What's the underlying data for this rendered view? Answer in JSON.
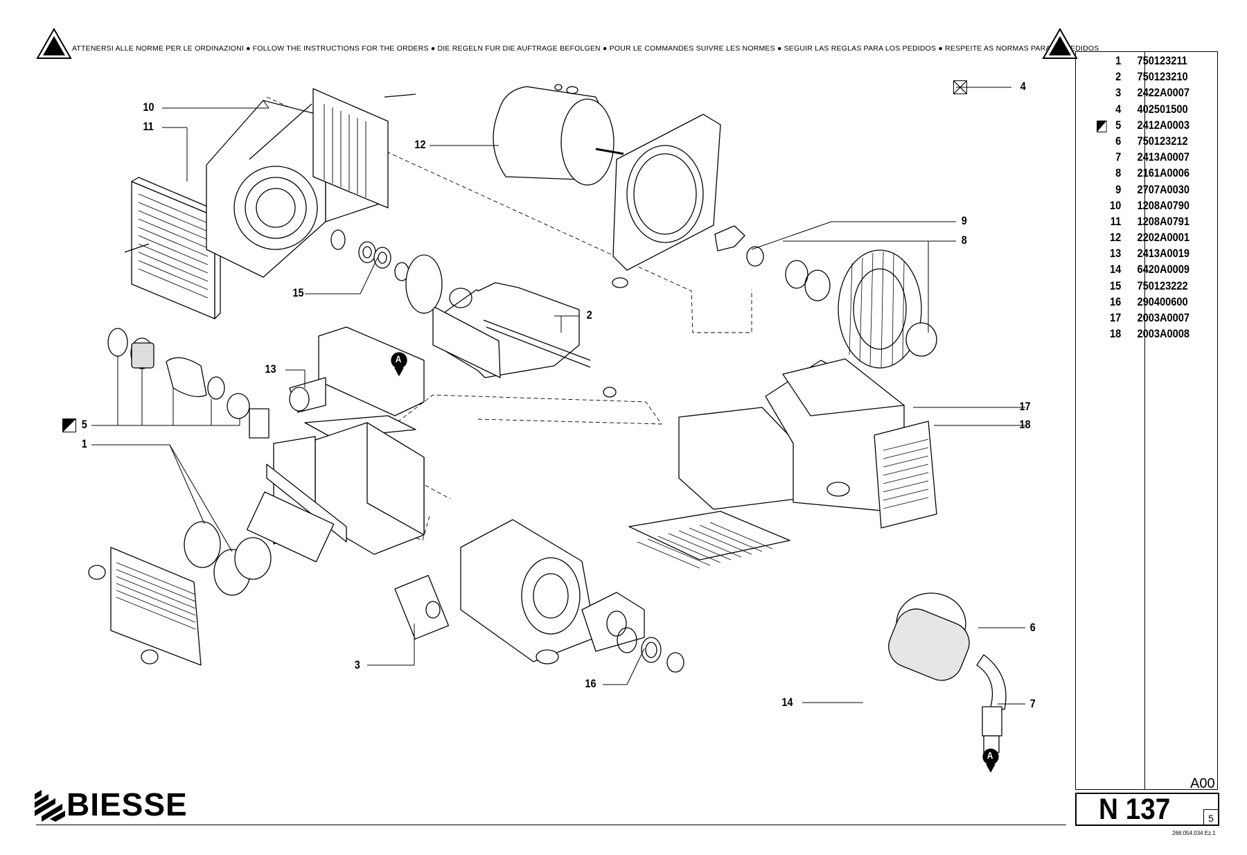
{
  "header": {
    "instructions": "ATTENERSI ALLE NORME PER LE ORDINAZIONI  ●  FOLLOW THE INSTRUCTIONS FOR THE ORDERS ●  DIE REGELN FUR DIE AUFTRAGE BEFOLGEN ●  POUR LE COMMANDES SUIVRE LES NORMES ●  SEGUIR LAS REGLAS PARA LOS PEDIDOS ●  RESPEITE AS NORMAS PARA OS PEDIDOS"
  },
  "parts": [
    {
      "num": "1",
      "code": "750123211",
      "mark": ""
    },
    {
      "num": "2",
      "code": "750123210",
      "mark": ""
    },
    {
      "num": "3",
      "code": "2422A0007",
      "mark": ""
    },
    {
      "num": "4",
      "code": "402501500",
      "mark": ""
    },
    {
      "num": "5",
      "code": "2412A0003",
      "mark": "half-filled-square"
    },
    {
      "num": "6",
      "code": "750123212",
      "mark": ""
    },
    {
      "num": "7",
      "code": "2413A0007",
      "mark": ""
    },
    {
      "num": "8",
      "code": "2161A0006",
      "mark": ""
    },
    {
      "num": "9",
      "code": "2707A0030",
      "mark": ""
    },
    {
      "num": "10",
      "code": "1208A0790",
      "mark": ""
    },
    {
      "num": "11",
      "code": "1208A0791",
      "mark": ""
    },
    {
      "num": "12",
      "code": "2202A0001",
      "mark": ""
    },
    {
      "num": "13",
      "code": "2413A0019",
      "mark": ""
    },
    {
      "num": "14",
      "code": "6420A0009",
      "mark": ""
    },
    {
      "num": "15",
      "code": "750123222",
      "mark": ""
    },
    {
      "num": "16",
      "code": "290400600",
      "mark": ""
    },
    {
      "num": "17",
      "code": "2003A0007",
      "mark": ""
    },
    {
      "num": "18",
      "code": "2003A0008",
      "mark": ""
    }
  ],
  "callouts": {
    "c1": "1",
    "c2": "2",
    "c3": "3",
    "c4": "4",
    "c5": "5",
    "c6": "6",
    "c7": "7",
    "c8": "8",
    "c9": "9",
    "c10": "10",
    "c11": "11",
    "c12": "12",
    "c13": "13",
    "c14": "14",
    "c15": "15",
    "c16": "16",
    "c17": "17",
    "c18": "18",
    "detail_a1": "A",
    "detail_a2": "A"
  },
  "footer": {
    "brand": "BIESSE",
    "revision": "A00",
    "page_label": "N 137",
    "sheet": "5",
    "doc_code": "268.054.034 Ez.1"
  },
  "colors": {
    "line": "#000000",
    "paper": "#ffffff",
    "shade": "#d8d8d8"
  }
}
